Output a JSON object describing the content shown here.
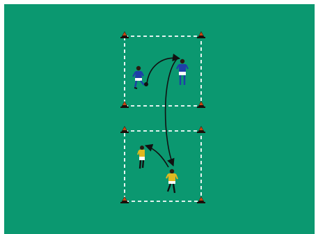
{
  "pitch": {
    "color": "#0b9870",
    "line_color": "#ffffff"
  },
  "cone": {
    "outline": "#1a0f0a",
    "fill": "#c84614"
  },
  "ball_color": "#111111",
  "arrow_color": "#111111",
  "teams": {
    "blue": {
      "shirt": "#1f3fa8",
      "shorts": "#ffffff",
      "socks": "#1f3fa8"
    },
    "yellow": {
      "shirt": "#e0b820",
      "shorts": "#ffffff",
      "socks": "#111111"
    }
  },
  "drill": {
    "grids": [
      {
        "name": "top-grid",
        "cones": 4
      },
      {
        "name": "bottom-grid",
        "cones": 4
      }
    ],
    "players": [
      {
        "name": "blue-player-with-ball",
        "team": "blue",
        "action": "kicking"
      },
      {
        "name": "blue-player-receiver",
        "team": "blue",
        "action": "standing"
      },
      {
        "name": "yellow-player-left",
        "team": "yellow",
        "action": "standing"
      },
      {
        "name": "yellow-player-right",
        "team": "yellow",
        "action": "running"
      }
    ],
    "movements": [
      {
        "name": "pass-arrow",
        "from": "blue-player-with-ball",
        "to": "blue-player-receiver",
        "type": "pass"
      },
      {
        "name": "long-pass-arrow",
        "from": "blue-player-receiver",
        "to": "yellow-player-right",
        "type": "pass"
      },
      {
        "name": "short-pass-arrow",
        "from": "yellow-player-right",
        "to": "yellow-player-left",
        "type": "pass"
      }
    ]
  }
}
